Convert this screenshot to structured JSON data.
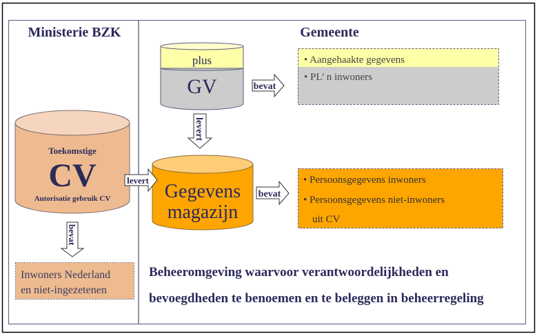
{
  "left_panel": {
    "title": "Ministerie BZK",
    "cv_cylinder": {
      "top_text": "Toekomstige",
      "main_text": "CV",
      "bottom_text": "Autorisatie gebruik CV"
    },
    "contains_arrow": "bevat",
    "contains_box": {
      "line1": "Inwoners Nederland",
      "line2": "en niet-ingezetenen"
    },
    "delivers_arrow": "levert"
  },
  "right_panel": {
    "title": "Gemeente",
    "gv_cylinder": {
      "band_text": "plus",
      "main_text": "GV"
    },
    "gv_contains_arrow": "bevat",
    "gv_box": {
      "items": [
        "• Aangehaakte gegevens",
        "• PL’ n inwoners"
      ]
    },
    "gv_delivers_arrow": "levert",
    "warehouse_cylinder": {
      "line1": "Gegevens",
      "line2": "magazijn"
    },
    "warehouse_contains_arrow": "bevat",
    "warehouse_box": {
      "items": [
        "• Persoonsgegevens inwoners",
        "• Persoonsgegevens niet-inwoners",
        "uit CV"
      ]
    },
    "statement": {
      "line1": "Beheeromgeving waarvoor verantwoordelijkheden en",
      "line2": "bevoegdheden te benoemen en te beleggen in beheerregeling"
    }
  },
  "colors": {
    "ink": "#2b2a5a",
    "yellow": "#ffffa8",
    "gray": "#cccccc",
    "orange": "#ffa500",
    "salmon": "#eebb90"
  }
}
